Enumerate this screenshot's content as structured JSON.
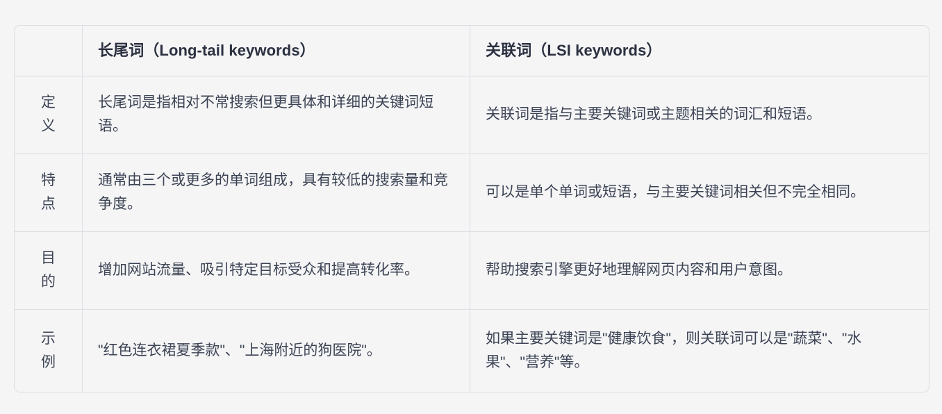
{
  "table": {
    "columns": [
      {
        "key": "label",
        "header": ""
      },
      {
        "key": "first",
        "header": "长尾词（Long-tail keywords）"
      },
      {
        "key": "second",
        "header": "关联词（LSI keywords）"
      }
    ],
    "rows": [
      {
        "label": "定义",
        "first": "长尾词是指相对不常搜索但更具体和详细的关键词短语。",
        "second": "关联词是指与主要关键词或主题相关的词汇和短语。"
      },
      {
        "label": "特点",
        "first": "通常由三个或更多的单词组成，具有较低的搜索量和竞争度。",
        "second": "可以是单个单词或短语，与主要关键词相关但不完全相同。"
      },
      {
        "label": "目的",
        "first": "增加网站流量、吸引特定目标受众和提高转化率。",
        "second": "帮助搜索引擎更好地理解网页内容和用户意图。"
      },
      {
        "label": "示例",
        "first": "\"红色连衣裙夏季款\"、\"上海附近的狗医院\"。",
        "second": "如果主要关键词是\"健康饮食\"，则关联词可以是\"蔬菜\"、\"水果\"、\"营养\"等。"
      }
    ]
  },
  "colors": {
    "background": "#f5f5f6",
    "cell_background": "#f5f5f6",
    "border": "#dcdce3",
    "header_text": "#2b3040",
    "body_text": "#3c4354"
  }
}
